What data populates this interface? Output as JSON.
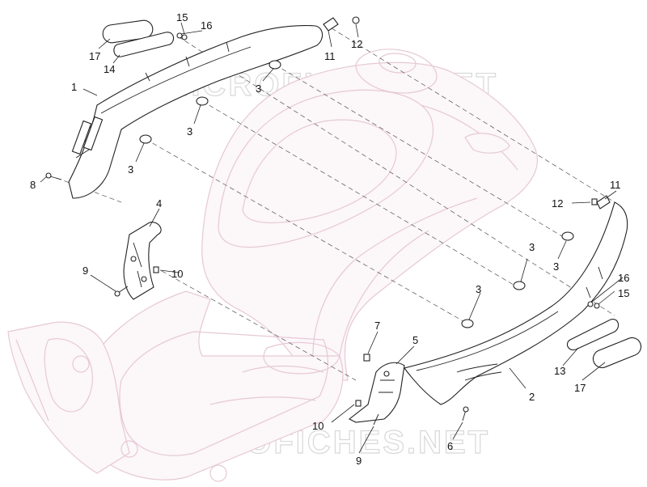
{
  "watermark": {
    "text_top": "MICROFICHES.NET",
    "text_bottom": "MICROFICHES.NET"
  },
  "callouts": {
    "c1": "1",
    "c2": "2",
    "c3a": "3",
    "c3b": "3",
    "c3c": "3",
    "c3d": "3",
    "c3e": "3",
    "c3f": "3",
    "c4": "4",
    "c5": "5",
    "c6": "6",
    "c7": "7",
    "c8": "8",
    "c9a": "9",
    "c9b": "9",
    "c10a": "10",
    "c10b": "10",
    "c11a": "11",
    "c11b": "11",
    "c12a": "12",
    "c12b": "12",
    "c13": "13",
    "c14": "14",
    "c15a": "15",
    "c15b": "15",
    "c16a": "16",
    "c16b": "16",
    "c17a": "17",
    "c17b": "17"
  }
}
